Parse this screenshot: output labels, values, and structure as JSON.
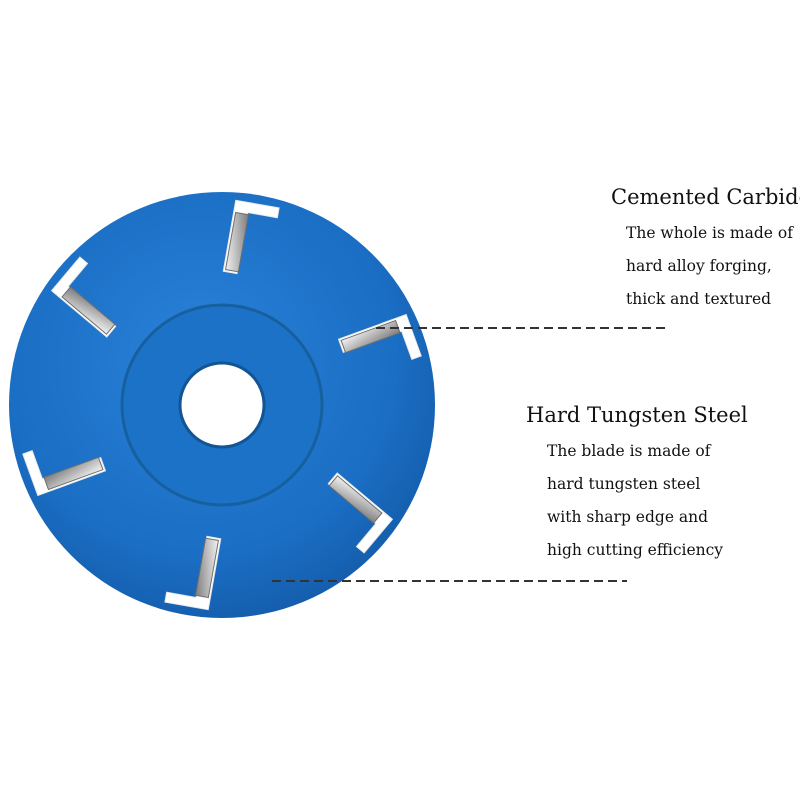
{
  "product": {
    "colors": {
      "disc": "#1a6ec4",
      "disc_hub": "#1d74c8",
      "blade": "#c9c9c9",
      "leader_line": "#333333"
    },
    "blade_count": 6
  },
  "callouts": [
    {
      "title": "Cemented Carbide",
      "lines": [
        "The whole is made of",
        "hard alloy forging,",
        "thick and textured"
      ]
    },
    {
      "title": "Hard Tungsten Steel",
      "lines": [
        "The blade is made of",
        "hard tungsten steel",
        "with sharp edge and",
        "high cutting efficiency"
      ]
    }
  ]
}
